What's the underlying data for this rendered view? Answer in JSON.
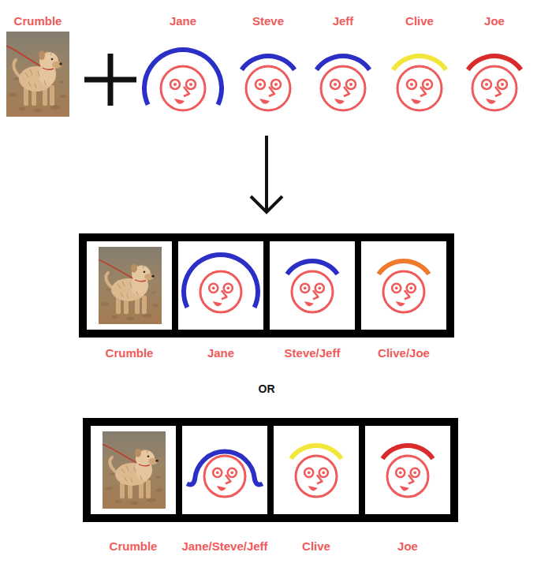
{
  "diagram": {
    "nodes": [
      {
        "text": [
          "Crumble"
        ]
      },
      {
        "text": [
          "Jane"
        ]
      },
      {
        "text": [
          "Steve"
        ]
      },
      {
        "text": [
          "Jeff"
        ]
      },
      {
        "text": [
          "Clive"
        ]
      },
      {
        "text": [
          "Joe"
        ]
      },
      {
        "text": [
          "Crumble"
        ]
      },
      {
        "text": [
          "Jane"
        ]
      },
      {
        "text": [
          "Steve/Jeff"
        ]
      },
      {
        "text": [
          "Clive/Joe"
        ]
      },
      {
        "text": [
          "Crumble"
        ]
      },
      {
        "text": [
          "Jane/Steve/Jeff"
        ]
      },
      {
        "text": [
          "Clive"
        ]
      },
      {
        "text": [
          "Joe"
        ]
      }
    ],
    "labels": [
      "OR"
    ]
  }
}
